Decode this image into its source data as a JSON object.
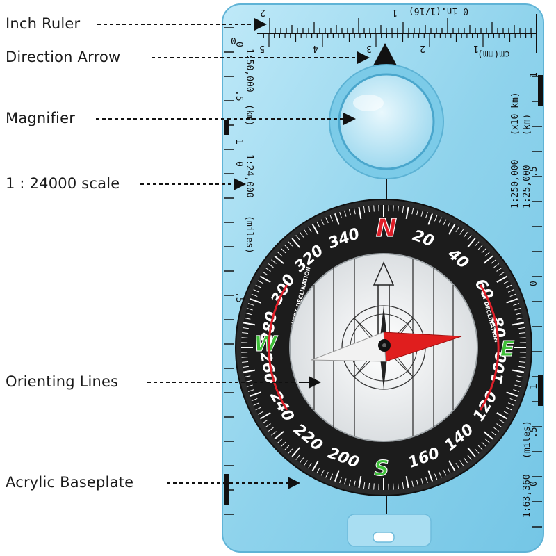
{
  "callouts": {
    "inch_ruler": "Inch Ruler",
    "direction_arrow": "Direction Arrow",
    "magnifier": "Magnifier",
    "scale_24000": "1 : 24000 scale",
    "orienting_lines": "Orienting Lines",
    "acrylic_baseplate": "Acrylic Baseplate"
  },
  "top_ruler": {
    "inch_label": "0 in.(1/16)",
    "inch_numbers": [
      "2",
      "1"
    ],
    "cm_label": "cm(mm)",
    "cm_numbers": [
      "5",
      "4",
      "3",
      "2",
      "1"
    ],
    "corner_left": "0"
  },
  "left_scales": {
    "scale_50000": "1:50,000",
    "unit_km": "(km)",
    "scale_24000": "1:24,000",
    "unit_miles": "(miles)",
    "marks": [
      "0",
      ".5",
      "1",
      "0",
      ".5"
    ]
  },
  "right_scales": {
    "scale_250000": "1:250,000",
    "unit_x10km": "(x10 km)",
    "scale_25000": "1:25,000",
    "unit_km": "(km)",
    "scale_63360": "1:63,360",
    "unit_miles": "(miles)",
    "marks": [
      "1",
      ".5",
      "0",
      "1",
      ".5",
      "0"
    ]
  },
  "bezel": {
    "degree_numbers": [
      "20",
      "40",
      "60",
      "80",
      "100",
      "120",
      "140",
      "160",
      "200",
      "220",
      "240",
      "260",
      "280",
      "300",
      "320",
      "340"
    ],
    "cardinals": {
      "N": "N",
      "E": "E",
      "S": "S",
      "W": "W"
    },
    "west_declination": "WEST DECLINATION",
    "east_declination": "EAST DECLINATION"
  },
  "colors": {
    "baseplate": "#8fd3ec",
    "bezel": "#222222",
    "north": "#e0202a",
    "cardinal_green": "#3fbf3a",
    "needle_red": "#e01e1e",
    "needle_white": "#f2f2f2"
  }
}
